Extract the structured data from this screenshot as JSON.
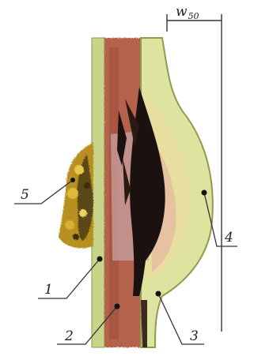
{
  "dimension_label": {
    "symbol": "w",
    "subscript": "50"
  },
  "callouts": [
    {
      "number": "1"
    },
    {
      "number": "2"
    },
    {
      "number": "3"
    },
    {
      "number": "4"
    },
    {
      "number": "5"
    }
  ]
}
